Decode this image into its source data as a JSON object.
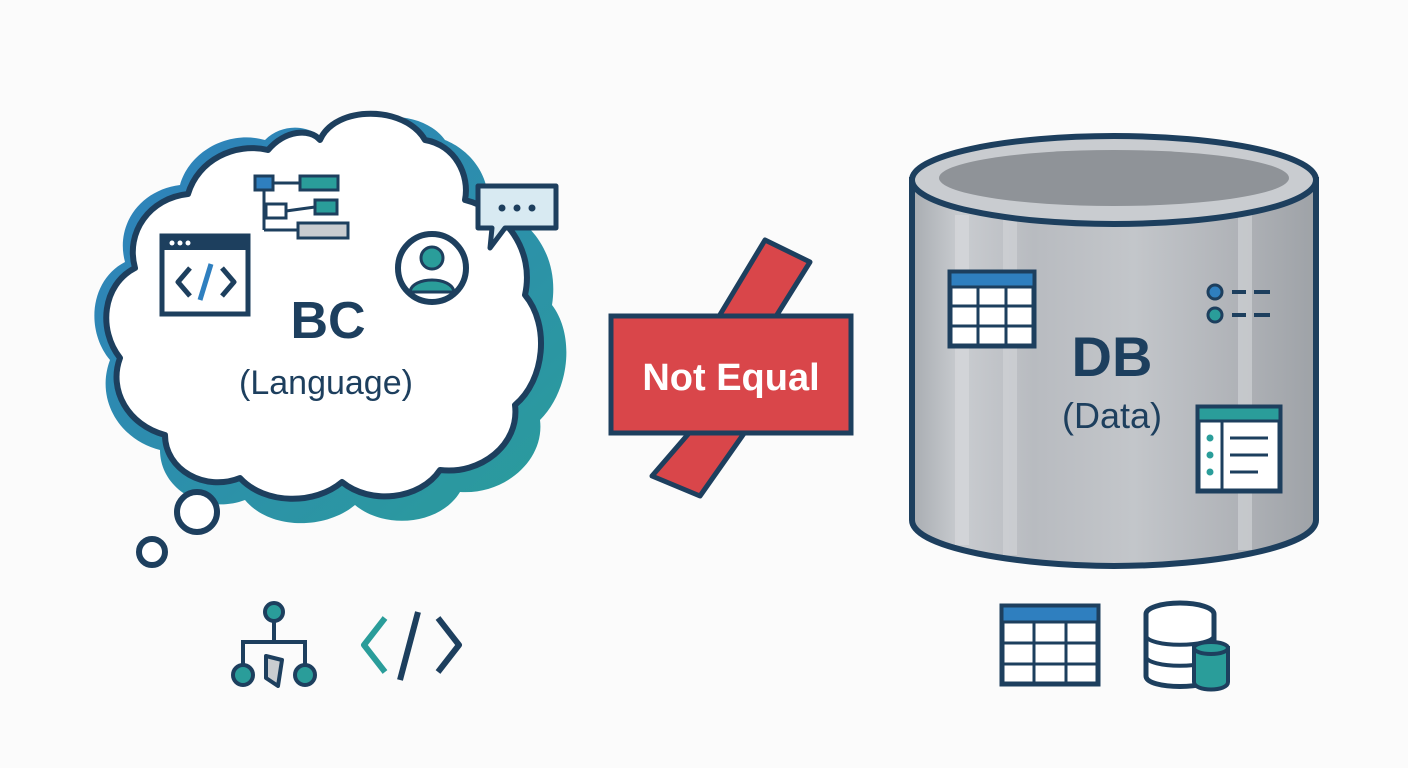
{
  "left": {
    "title": "BC",
    "subtitle": "(Language)"
  },
  "center": {
    "label": "Not Equal"
  },
  "right": {
    "title": "DB",
    "subtitle": "(Data)"
  },
  "icons": {
    "cloud_icons": [
      "flowchart-icon",
      "code-window-icon",
      "user-avatar-icon",
      "chat-bubble-icon"
    ],
    "bottom_left": [
      "hierarchy-icon",
      "code-tag-icon"
    ],
    "db_icons": [
      "table-icon",
      "list-toggle-icon",
      "form-list-icon"
    ],
    "bottom_right": [
      "table-icon",
      "database-icon"
    ]
  },
  "colors": {
    "navy": "#1d3f5e",
    "blue": "#2f7fbf",
    "teal": "#2a9d9a",
    "red": "#d9464a",
    "gray": "#b9bcc0"
  }
}
